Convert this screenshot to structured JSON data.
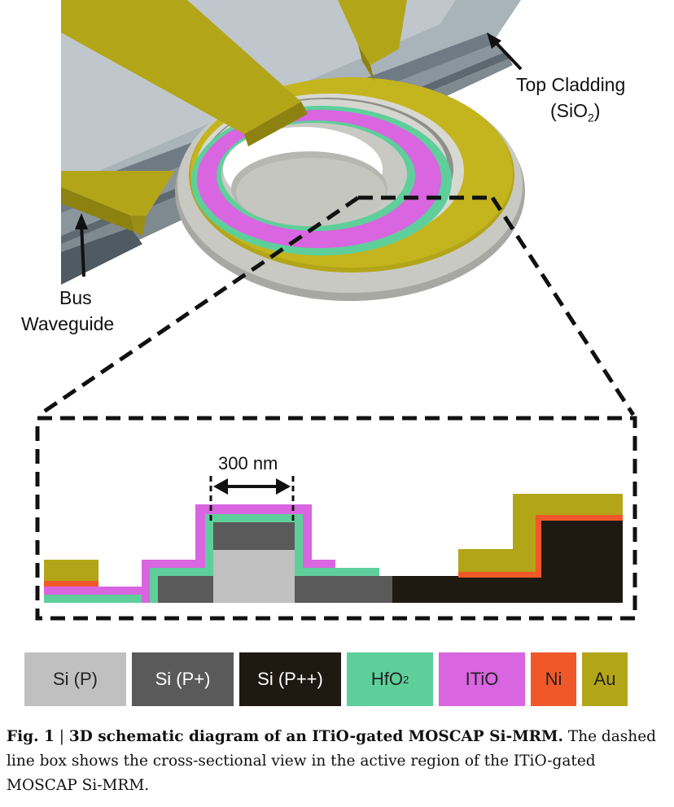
{
  "labels": {
    "top_cladding_line1": "Top Cladding",
    "top_cladding_line2": "(SiO",
    "top_cladding_sub": "2",
    "top_cladding_close": ")",
    "bus_line1": "Bus",
    "bus_line2": "Waveguide",
    "dimension": "300 nm"
  },
  "legend": [
    {
      "text": "Si (P)",
      "sub": "",
      "color": "#c0c0c0",
      "text_color": "#222222"
    },
    {
      "text": "Si (P+)",
      "sub": "",
      "color": "#5a5a5a",
      "text_color": "#ffffff"
    },
    {
      "text": "Si (P++)",
      "sub": "",
      "color": "#1e1a12",
      "text_color": "#ffffff"
    },
    {
      "text": "HfO",
      "sub": "2",
      "color": "#5ecf9a",
      "text_color": "#222222"
    },
    {
      "text": "ITiO",
      "sub": "",
      "color": "#d965e0",
      "text_color": "#222222"
    },
    {
      "text": "Ni",
      "sub": "",
      "color": "#f0582a",
      "text_color": "#222222"
    },
    {
      "text": "Au",
      "sub": "",
      "color": "#b3a518",
      "text_color": "#222222"
    }
  ],
  "caption": {
    "fig": "Fig. 1",
    "sep": " | ",
    "title": "3D schematic diagram of an ITiO-gated MOSCAP Si-MRM.",
    "body": " The dashed line box shows the cross-sectional view in the active region of the ITiO-gated MOSCAP Si-MRM."
  }
}
